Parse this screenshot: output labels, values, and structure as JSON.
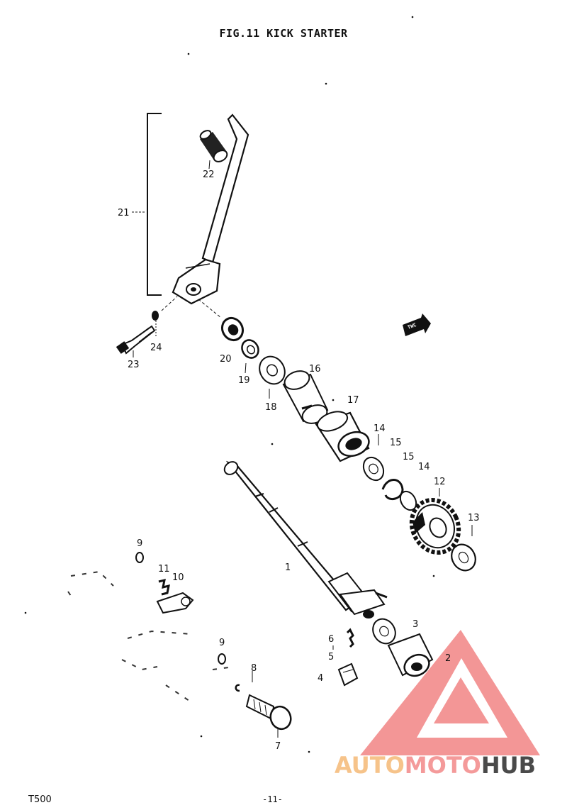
{
  "title": "FIG.11  KICK STARTER",
  "footer": {
    "model": "T500",
    "page": "-11-"
  },
  "callouts": [
    "1",
    "2",
    "3",
    "4",
    "5",
    "6",
    "7",
    "8",
    "9",
    "10",
    "11",
    "12",
    "13",
    "14",
    "15",
    "16",
    "17",
    "18",
    "19",
    "20",
    "21",
    "22",
    "23",
    "24"
  ],
  "direction_badge": "TWC",
  "watermark": {
    "part1": "AUTO",
    "part2": "MOTO",
    "part3": "HUB",
    "colors": {
      "auto": "#f6c38a",
      "moto": "#f49a9a",
      "hub": "#4a4a4a",
      "triangle": "#f28b8b"
    }
  }
}
